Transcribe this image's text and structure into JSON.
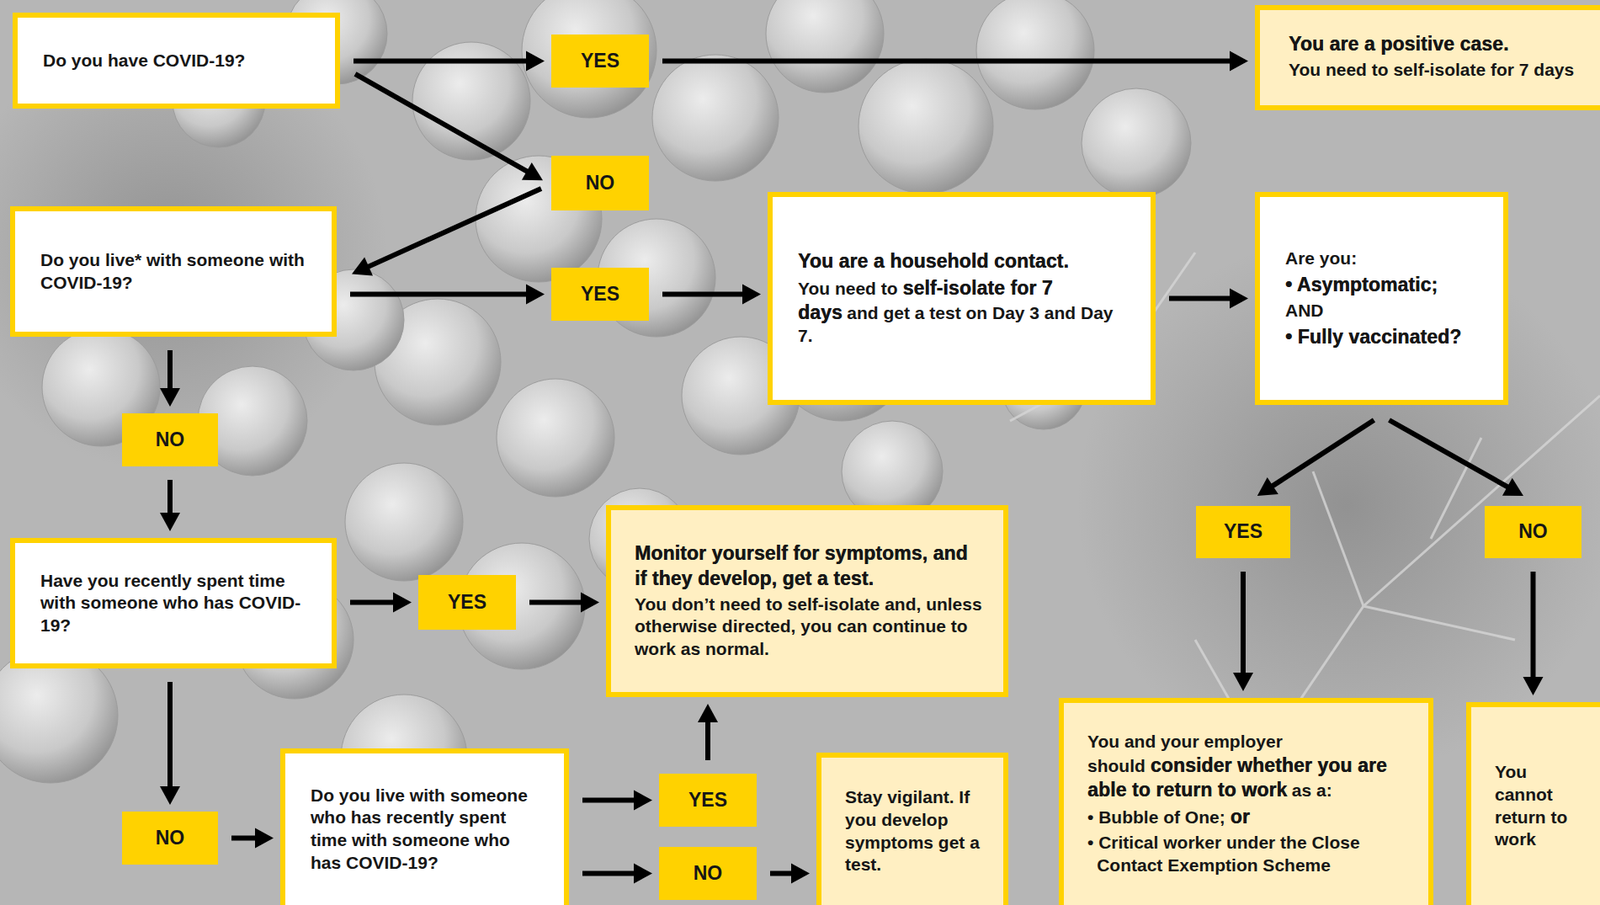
{
  "diagram": {
    "nodes": [
      {
        "text": [
          "Do you have COVID-19?"
        ]
      },
      {
        "text": [
          "YES"
        ]
      },
      {
        "text": [
          "You are a positive case.",
          "You need to self-isolate for 7 days"
        ]
      },
      {
        "text": [
          "NO"
        ]
      },
      {
        "text": [
          "Do you live* with someone with COVID-19?"
        ]
      },
      {
        "text": [
          "YES"
        ]
      },
      {
        "text": [
          "You are a household contact.",
          "You need to",
          "self-isolate for 7 days",
          "and get a test on Day 3 and Day 7."
        ]
      },
      {
        "text": [
          "Are you:",
          "• Asymptomatic;",
          "AND",
          "• Fully vaccinated?"
        ]
      },
      {
        "text": [
          "YES"
        ]
      },
      {
        "text": [
          "NO"
        ]
      },
      {
        "text": [
          "NO"
        ]
      },
      {
        "text": [
          "Have you recently spent time with someone who has COVID-19?"
        ]
      },
      {
        "text": [
          "YES"
        ]
      },
      {
        "text": [
          "Monitor yourself for symptoms, and if they develop, get a test.",
          "You don’t need to self-isolate and, unless otherwise directed, you can continue to work as normal."
        ]
      },
      {
        "text": [
          "You and your employer should",
          "consider whether you are able to return to work",
          "as a:",
          "• Bubble of One;",
          "or",
          "• Critical worker under the Close Contact Exemption Scheme"
        ]
      },
      {
        "text": [
          "You cannot return to work"
        ]
      },
      {
        "text": [
          "NO"
        ]
      },
      {
        "text": [
          "Do you live with someone who has recently spent time with someone who has COVID-19?"
        ]
      },
      {
        "text": [
          "YES"
        ]
      },
      {
        "text": [
          "NO"
        ]
      },
      {
        "text": [
          "Stay vigilant. If you develop symptoms get a test."
        ]
      }
    ],
    "edges": [
      {
        "from": 0,
        "to": 1,
        "arrow": "to"
      },
      {
        "from": 1,
        "to": 2,
        "arrow": "to"
      },
      {
        "from": 0,
        "to": 3,
        "arrow": "to"
      },
      {
        "from": 3,
        "to": 4,
        "arrow": "to"
      },
      {
        "from": 4,
        "to": 5,
        "arrow": "to"
      },
      {
        "from": 5,
        "to": 6,
        "arrow": "to"
      },
      {
        "from": 6,
        "to": 7,
        "arrow": "to"
      },
      {
        "from": 7,
        "to": 8,
        "arrow": "to"
      },
      {
        "from": 7,
        "to": 9,
        "arrow": "to"
      },
      {
        "from": 8,
        "to": 14,
        "arrow": "to"
      },
      {
        "from": 9,
        "to": 15,
        "arrow": "to"
      },
      {
        "from": 4,
        "to": 10,
        "arrow": "to"
      },
      {
        "from": 10,
        "to": 11,
        "arrow": "to"
      },
      {
        "from": 11,
        "to": 12,
        "arrow": "to"
      },
      {
        "from": 12,
        "to": 13,
        "arrow": "to"
      },
      {
        "from": 11,
        "to": 16,
        "arrow": "to"
      },
      {
        "from": 16,
        "to": 17,
        "arrow": "to"
      },
      {
        "from": 17,
        "to": 18,
        "arrow": "to"
      },
      {
        "from": 18,
        "to": 13,
        "arrow": "to"
      },
      {
        "from": 17,
        "to": 19,
        "arrow": "to"
      },
      {
        "from": 19,
        "to": 20,
        "arrow": "to"
      }
    ]
  }
}
